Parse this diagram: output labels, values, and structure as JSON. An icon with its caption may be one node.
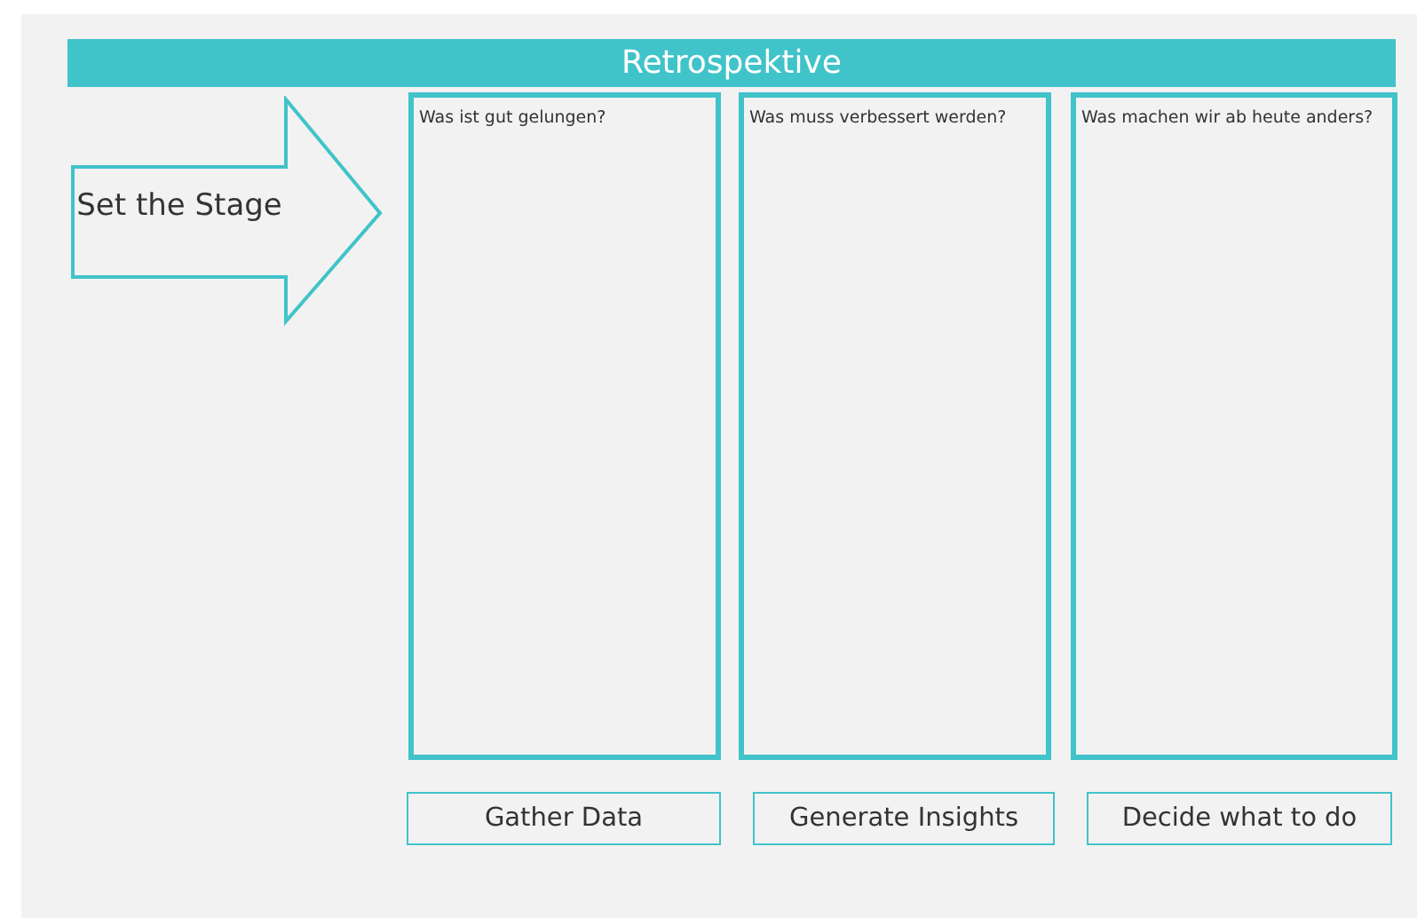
{
  "diagram": {
    "title": "Retrospektive",
    "nodes": [
      {
        "text": [
          "Set the Stage"
        ]
      },
      {
        "text": [
          "Was ist gut gelungen?"
        ]
      },
      {
        "text": [
          "Was muss verbessert werden?"
        ]
      },
      {
        "text": [
          "Was machen wir ab heute anders?"
        ]
      },
      {
        "text": [
          "Gather Data"
        ]
      },
      {
        "text": [
          "Generate Insights"
        ]
      },
      {
        "text": [
          "Decide what to do"
        ]
      }
    ],
    "edges": []
  }
}
